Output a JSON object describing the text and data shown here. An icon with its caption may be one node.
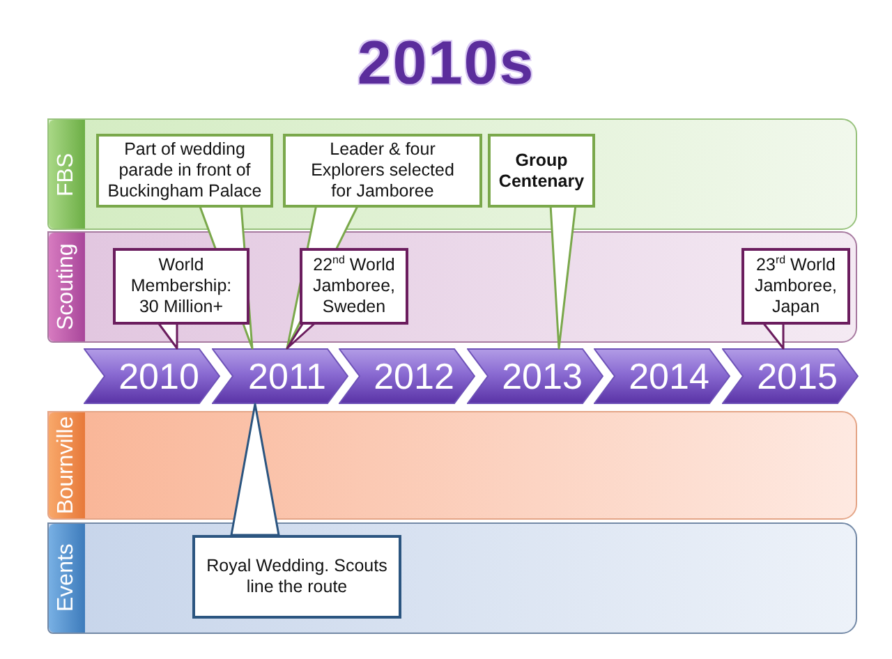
{
  "diagram": {
    "title": "2010s",
    "nodes": [
      {
        "text": [
          "FBS"
        ]
      },
      {
        "text": [
          "Part of wedding parade in front of Buckingham Palace"
        ],
        "in": 0
      },
      {
        "text": [
          "Leader & four Explorers selected for Jamboree"
        ],
        "in": 0
      },
      {
        "text": [
          "Group Centenary"
        ],
        "in": 0
      },
      {
        "text": [
          "Scouting"
        ]
      },
      {
        "text": [
          "World Membership: 30 Million+"
        ],
        "in": 4
      },
      {
        "text": [
          "22$^{nd}$ World Jamboree, Sweden"
        ],
        "in": 4
      },
      {
        "text": [
          "23$^{rd}$ World Jamboree, Japan"
        ],
        "in": 4
      },
      {
        "text": [
          "2010"
        ]
      },
      {
        "text": [
          "2011"
        ]
      },
      {
        "text": [
          "2012"
        ]
      },
      {
        "text": [
          "2013"
        ]
      },
      {
        "text": [
          "2014"
        ]
      },
      {
        "text": [
          "2015"
        ]
      },
      {
        "text": [
          "Bournville"
        ]
      },
      {
        "text": [
          "Events"
        ]
      },
      {
        "text": [
          "Royal Wedding. Scouts line the route"
        ],
        "in": 15
      }
    ],
    "edges": [
      {
        "from": 1,
        "to": 9,
        "arrow": "to"
      },
      {
        "from": 2,
        "to": 9,
        "arrow": "to"
      },
      {
        "from": 3,
        "to": 11,
        "arrow": "to"
      },
      {
        "from": 5,
        "to": 8,
        "arrow": "to",
        "color": "#6b1d5e"
      },
      {
        "from": 6,
        "to": 9,
        "arrow": "to",
        "color": "#6b1d5e"
      },
      {
        "from": 7,
        "to": 13,
        "arrow": "to",
        "color": "#6b1d5e"
      },
      {
        "from": 16,
        "to": 9,
        "arrow": "to",
        "color": "#2b5580"
      }
    ]
  }
}
